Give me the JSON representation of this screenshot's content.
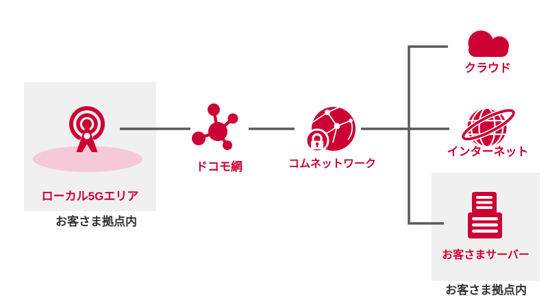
{
  "diagram": {
    "left_site": {
      "box_label": "ローカル5Gエリア",
      "caption": "お客さま拠点内",
      "icon": "5g-antenna-icon"
    },
    "docomo_network": {
      "label": "ドコモ網",
      "icon": "network-nodes-icon"
    },
    "com_network": {
      "label": "コムネットワーク",
      "icon": "secure-globe-lock-icon"
    },
    "cloud": {
      "label": "クラウド",
      "icon": "cloud-icon"
    },
    "internet": {
      "label": "インターネット",
      "icon": "globe-orbit-icon"
    },
    "customer_server": {
      "box_label": "お客さまサーバー",
      "caption": "お客さま拠点内",
      "icon": "server-icon"
    }
  },
  "colors": {
    "crimson": "#cc0033",
    "pink_ellipse": "#f6c9d8",
    "site_box_gray": "#f0f0f0",
    "connector_gray": "#595959",
    "caption_dark": "#333333"
  }
}
